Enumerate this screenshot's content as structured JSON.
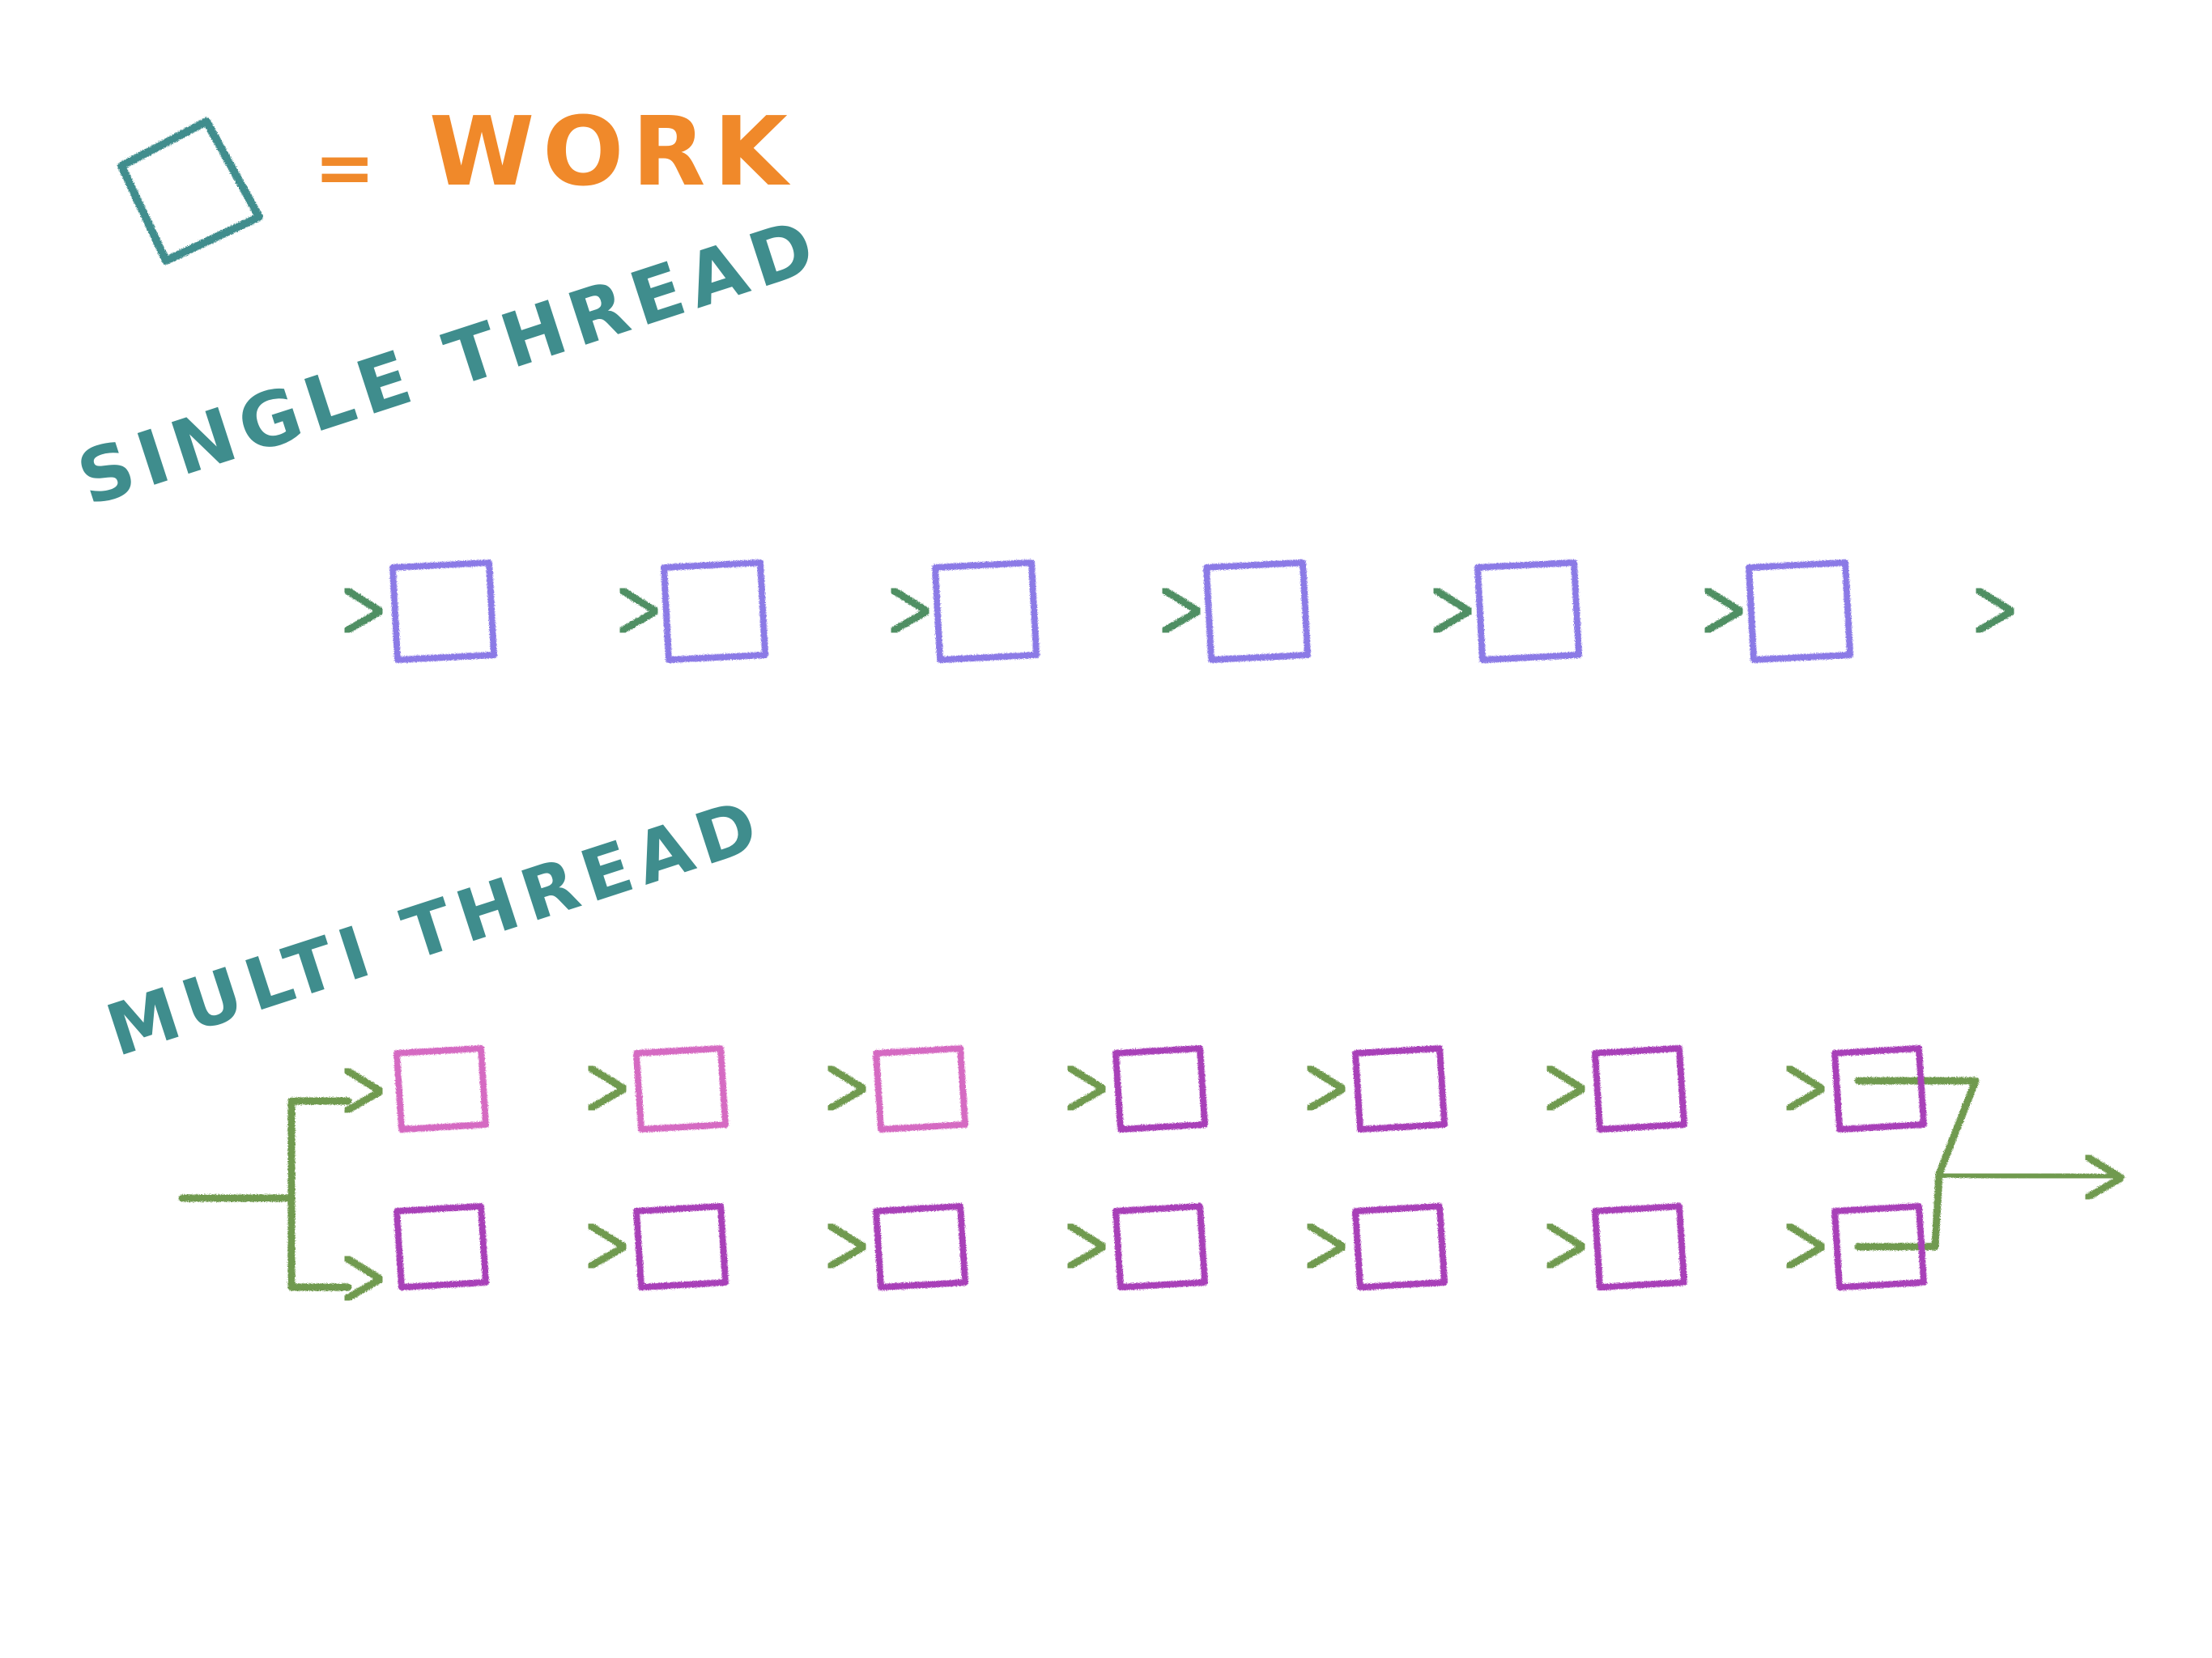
{
  "legend": {
    "symbol": "work-box-icon",
    "equals": "=",
    "label": "WORK"
  },
  "sections": {
    "single_thread": {
      "title": "SINGLE THREAD",
      "work_units": 6
    },
    "multi_thread": {
      "title": "MULTI THREAD",
      "threads": 2,
      "work_units_per_thread": 7
    }
  },
  "colors": {
    "teal_text": "#3f8d8d",
    "orange_text": "#f0892a",
    "green_arrow": "#4f8f64",
    "green_arrow_multi": "#6f9a4f",
    "purple_box": "#8b7ae6",
    "pink_box": "#d56ac2",
    "violet_box": "#a83fb8"
  }
}
